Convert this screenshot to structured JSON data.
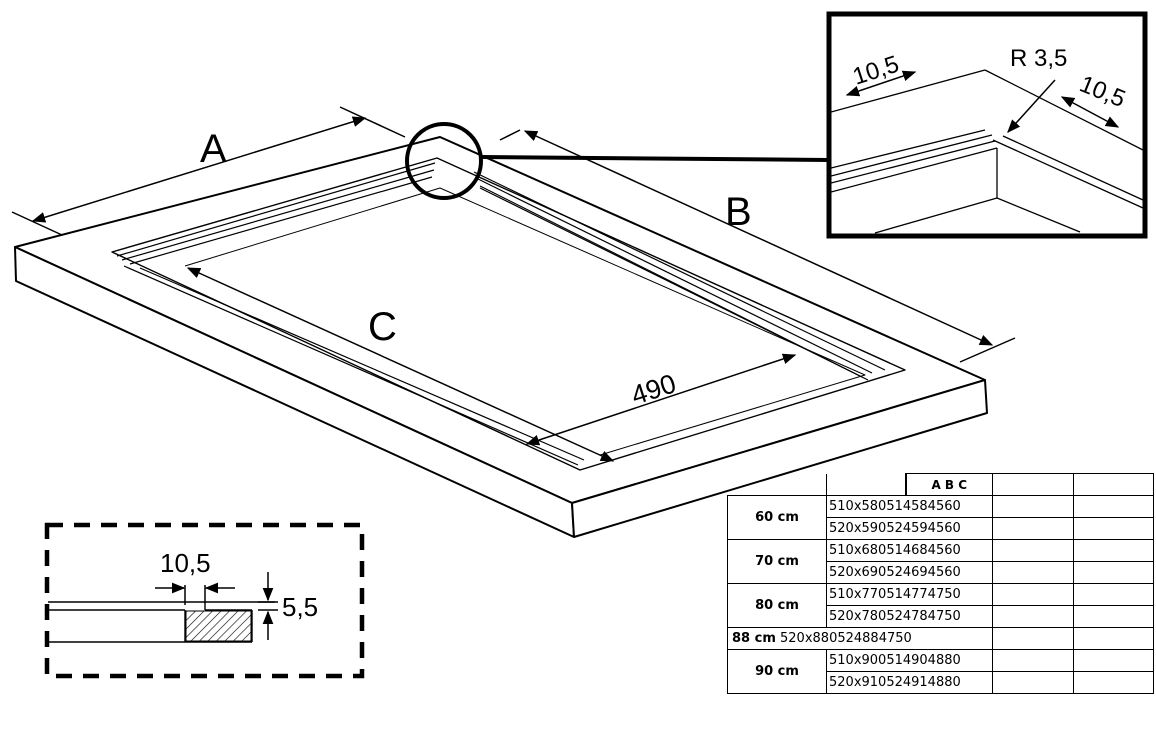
{
  "labels": {
    "a": "A",
    "b": "B",
    "c": "C",
    "width_490": "490"
  },
  "detail": {
    "dim_left": "10,5",
    "dim_right": "10,5",
    "radius": "R 3,5"
  },
  "section": {
    "width": "10,5",
    "height": "5,5"
  },
  "table": {
    "header": "A B C",
    "groups": [
      {
        "size": "60 cm",
        "rows": [
          "510x580514584560",
          "520x590524594560"
        ]
      },
      {
        "size": "70 cm",
        "rows": [
          "510x680514684560",
          "520x690524694560"
        ]
      },
      {
        "size": "80 cm",
        "rows": [
          "510x770514774750",
          "520x780524784750"
        ]
      },
      {
        "size": "88 cm",
        "single": "520x880524884750"
      },
      {
        "size": "90 cm",
        "rows": [
          "510x900514904880",
          "520x910524914880"
        ]
      }
    ]
  },
  "colors": {
    "line": "#000000",
    "background": "#ffffff"
  }
}
